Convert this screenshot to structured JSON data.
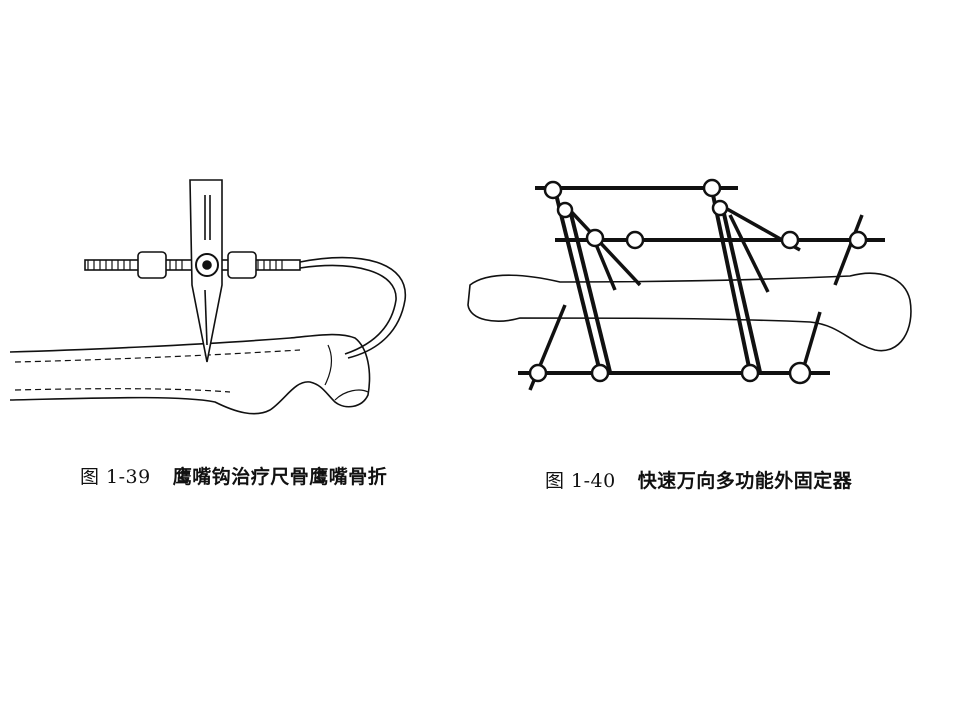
{
  "figures": [
    {
      "number": "图 1-39",
      "caption": "鹰嘴钩治疗尺骨鹰嘴骨折"
    },
    {
      "number": "图 1-40",
      "caption": "快速万向多功能外固定器"
    }
  ],
  "colors": {
    "ink": "#111111",
    "background": "#ffffff"
  }
}
